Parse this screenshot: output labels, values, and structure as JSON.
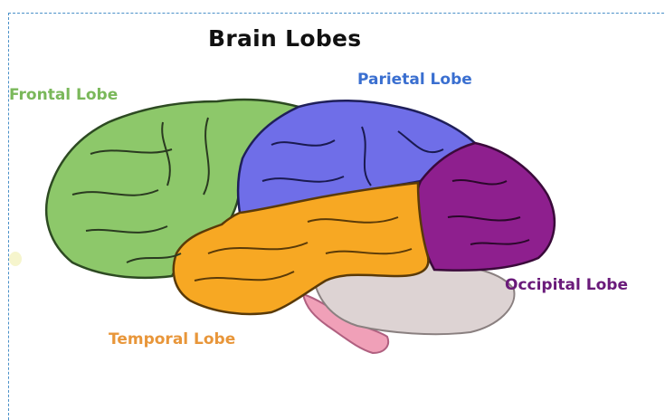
{
  "title": "Brain Lobes",
  "lobes": {
    "frontal": {
      "label": "Frontal Lobe",
      "color": "#8dc86a",
      "label_color": "#7ab85a"
    },
    "parietal": {
      "label": "Parietal Lobe",
      "color": "#6f6ee8",
      "label_color": "#3a6fd0"
    },
    "occipital": {
      "label": "Occipital Lobe",
      "color": "#8e1f8e",
      "label_color": "#6a1a7a"
    },
    "temporal": {
      "label": "Temporal Lobe",
      "color": "#f7a823",
      "label_color": "#e8963a"
    },
    "cerebellum": {
      "color": "#d8cfcf"
    },
    "brainstem": {
      "color": "#f0a0b8"
    }
  },
  "frame_color": "#4a90c8"
}
